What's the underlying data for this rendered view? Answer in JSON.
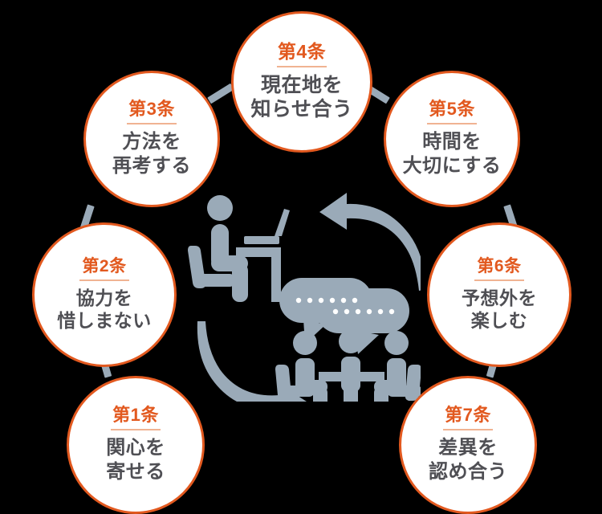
{
  "theme": {
    "background": "#000000",
    "circle_fill": "#ffffff",
    "circle_border": "#e2591f",
    "number_color": "#e2591f",
    "rule_color": "#f0b392",
    "body_text_color": "#4f4f54",
    "illustration_color": "#9aaab8",
    "connector_color": "#9aaab8"
  },
  "diagram": {
    "type": "cycle",
    "node_count": 7,
    "nodes": [
      {
        "id": 1,
        "number_label": "第1条",
        "lines": [
          "関心を",
          "寄せる"
        ],
        "position": "bottom-left"
      },
      {
        "id": 2,
        "number_label": "第2条",
        "lines": [
          "協力を",
          "惜しまない"
        ],
        "position": "left"
      },
      {
        "id": 3,
        "number_label": "第3条",
        "lines": [
          "方法を",
          "再考する"
        ],
        "position": "upper-left"
      },
      {
        "id": 4,
        "number_label": "第4条",
        "lines": [
          "現在地を",
          "知らせ合う"
        ],
        "position": "top"
      },
      {
        "id": 5,
        "number_label": "第5条",
        "lines": [
          "時間を",
          "大切にする"
        ],
        "position": "upper-right"
      },
      {
        "id": 6,
        "number_label": "第6条",
        "lines": [
          "予想外を",
          "楽しむ"
        ],
        "position": "right"
      },
      {
        "id": 7,
        "number_label": "第7条",
        "lines": [
          "差異を",
          "認め合う"
        ],
        "position": "bottom-right"
      }
    ]
  },
  "illustration": {
    "name": "collaboration-cycle-illustration",
    "elements": [
      "person-at-desk-icon",
      "curved-arrow-top-icon",
      "curved-arrow-bottom-icon",
      "speech-bubbles-icon",
      "meeting-group-icon"
    ]
  }
}
